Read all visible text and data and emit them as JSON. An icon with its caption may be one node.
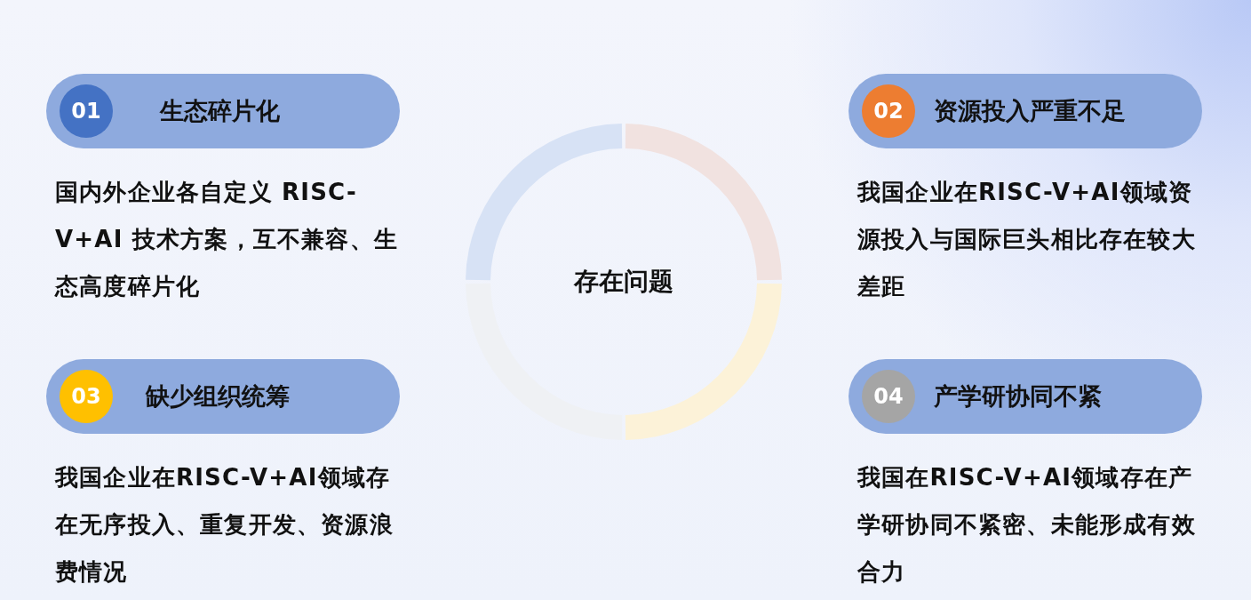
{
  "diagram": {
    "nodes": [
      {
        "text": [
          "生态碎片化"
        ],
        "beside": [
          "国内外企业各自定义 RISC-V+AI 技术方案，互不兼容、生态高度碎片化"
        ]
      },
      {
        "text": [
          "01"
        ],
        "in": 0
      },
      {
        "text": [
          "资源投入严重不足"
        ],
        "beside": [
          "我国企业在RISC-V+AI领域资源投入与国际巨头相比存在较大差距"
        ]
      },
      {
        "text": [
          "02"
        ],
        "in": 2
      },
      {
        "text": [
          "存在问题"
        ]
      },
      {
        "text": [
          "缺少组织统筹"
        ],
        "beside": [
          "我国企业在RISC-V+AI领域存在无序投入、重复开发、资源浪费情况"
        ]
      },
      {
        "text": [
          "03"
        ],
        "in": 5
      },
      {
        "text": [
          "产学研协同不紧"
        ],
        "beside": [
          "我国在RISC-V+AI领域存在产学研协同不紧密、未能形成有效合力"
        ]
      },
      {
        "text": [
          "04"
        ],
        "in": 7
      }
    ],
    "edges": []
  }
}
